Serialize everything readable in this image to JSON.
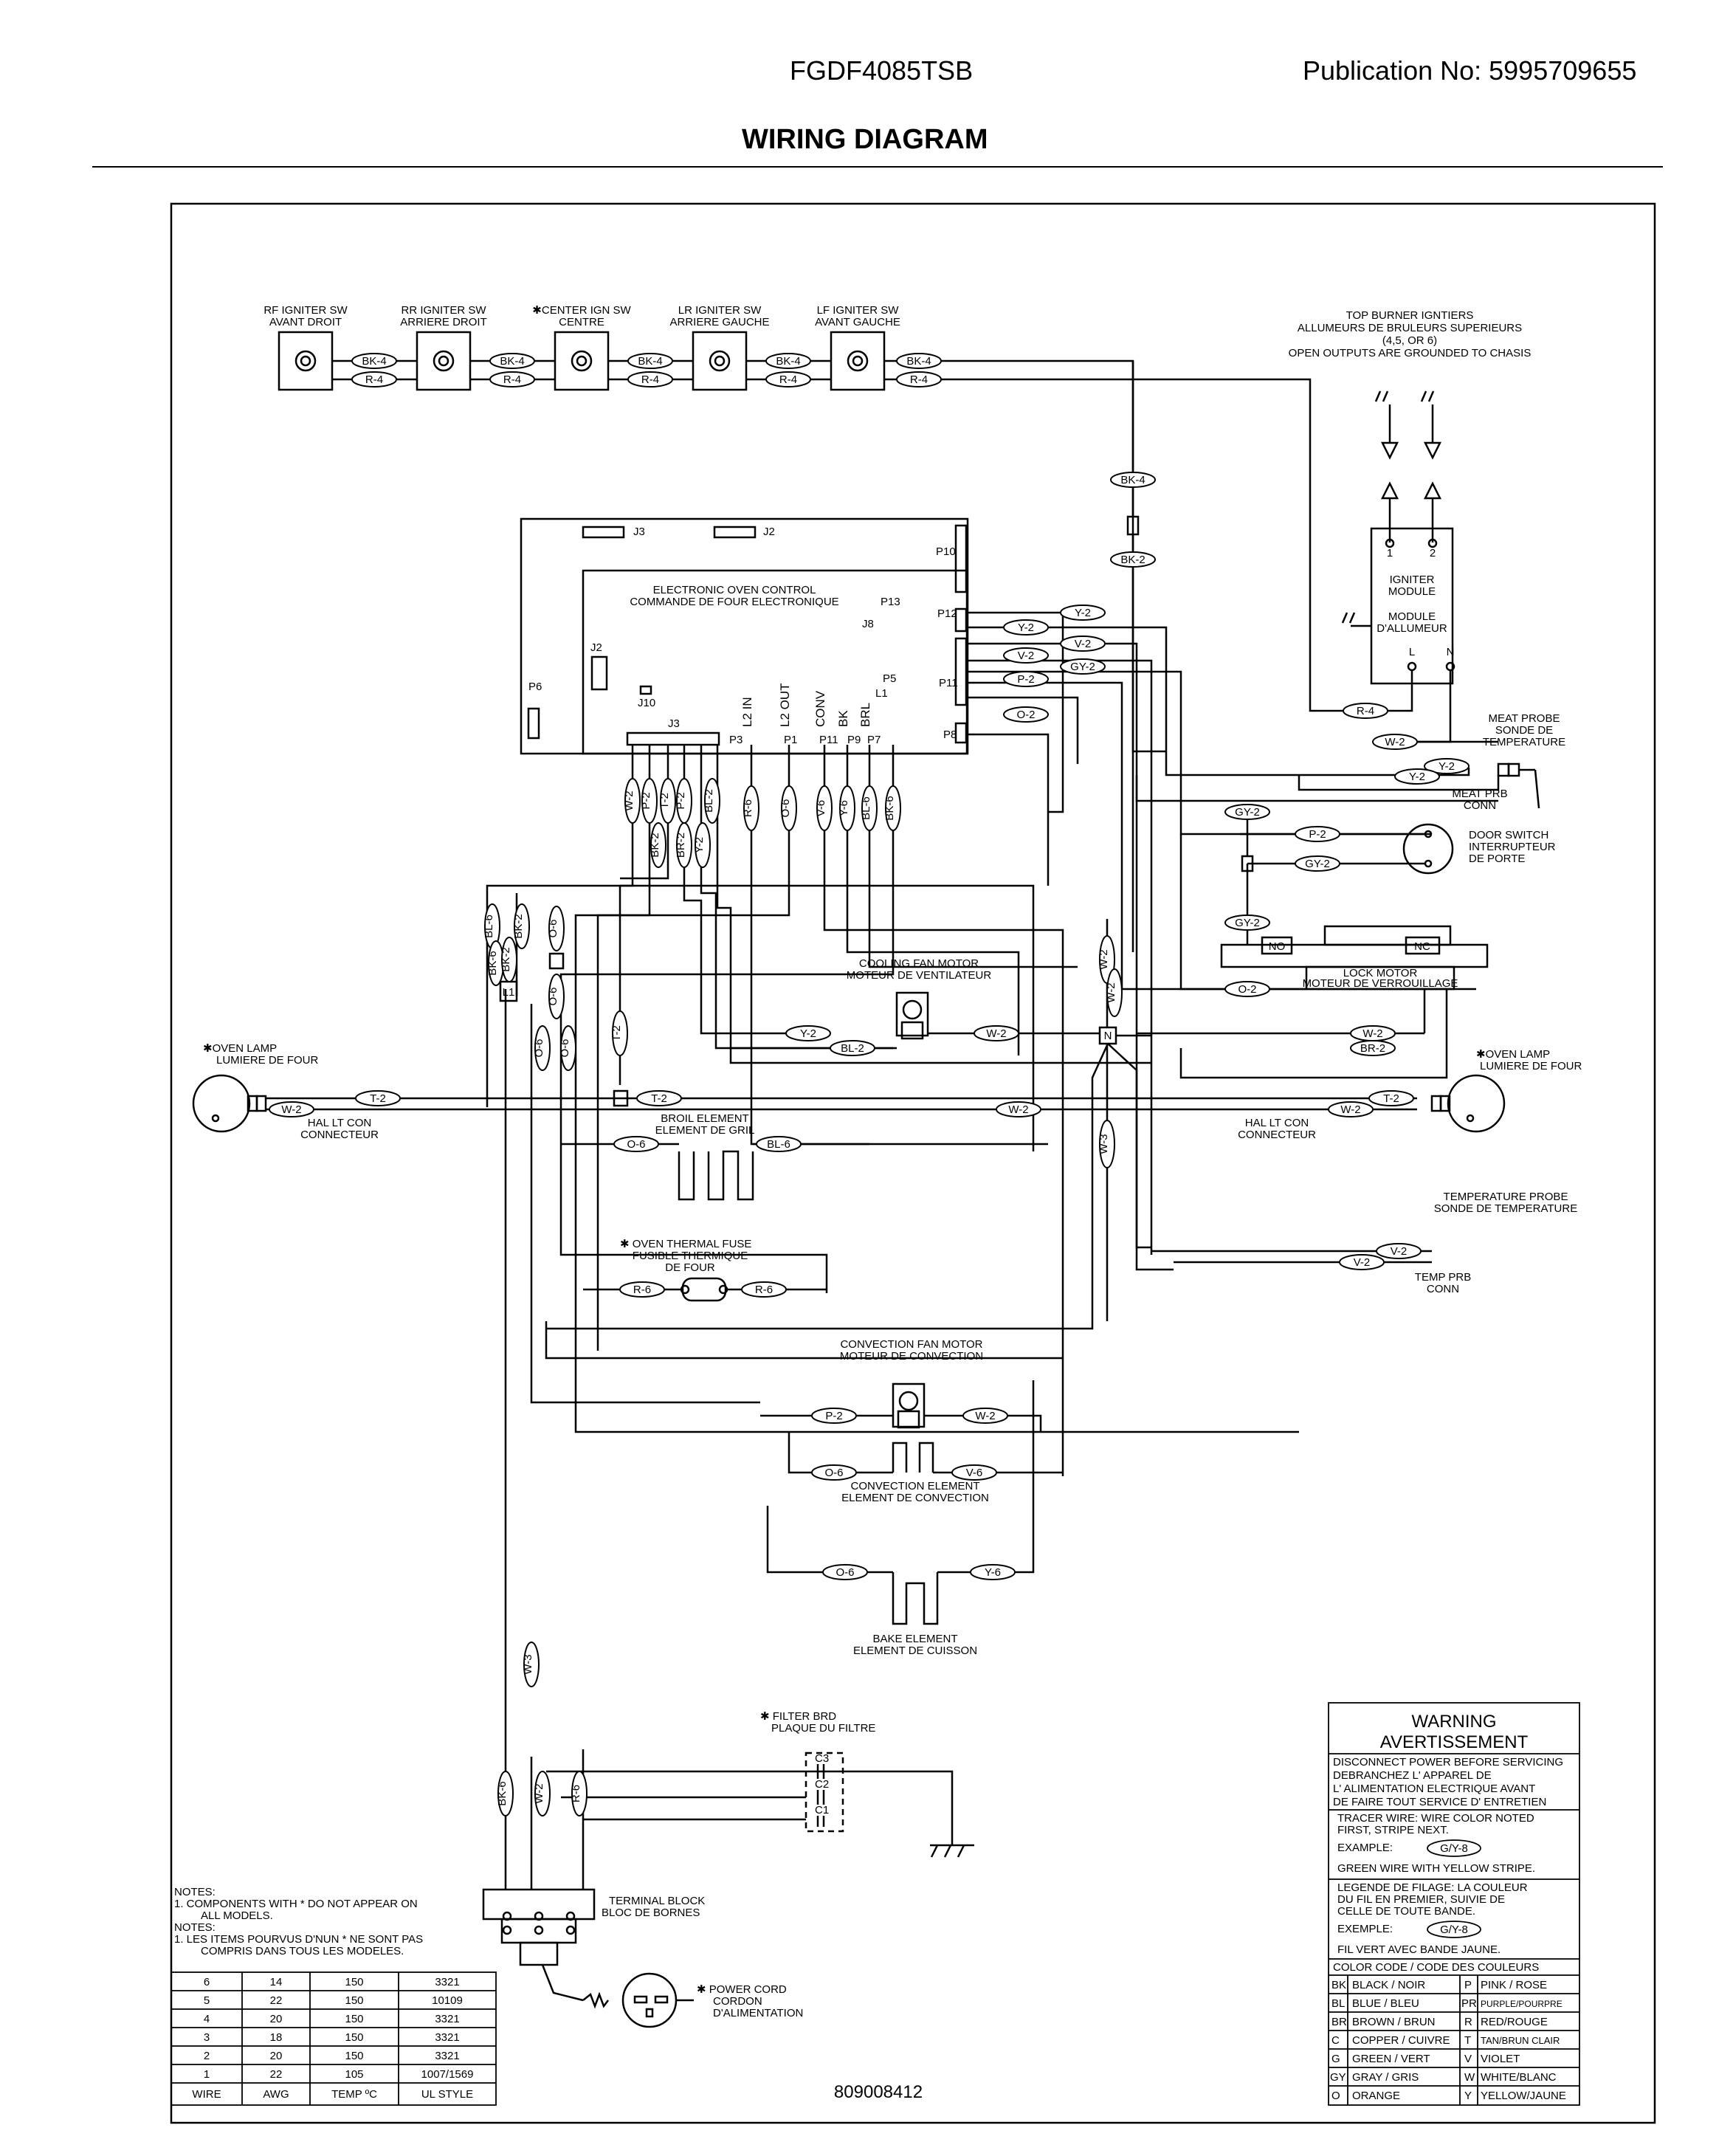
{
  "header": {
    "model": "FGDF4085TSB",
    "publication": "Publication No:  5995709655",
    "title": "WIRING DIAGRAM"
  },
  "igniter_switches": [
    {
      "en": "RF IGNITER SW",
      "fr": "AVANT DROIT"
    },
    {
      "en": "RR IGNITER SW",
      "fr": "ARRIERE DROIT"
    },
    {
      "en": "✱CENTER IGN SW",
      "fr": "CENTRE"
    },
    {
      "en": "LR IGNITER SW",
      "fr": "ARRIERE GAUCHE"
    },
    {
      "en": "LF IGNITER SW",
      "fr": "AVANT GAUCHE"
    }
  ],
  "top_burner": {
    "line1": "TOP BURNER IGNTIERS",
    "line2": "ALLUMEURS DE BRULEURS SUPERIEURS",
    "line3": "(4,5, OR 6)",
    "line4": "OPEN OUTPUTS ARE GROUNDED TO CHASIS"
  },
  "igniter_module": {
    "l1": "IGNITER",
    "l2": "MODULE",
    "l3": "MODULE",
    "l4": "D'ALLUMEUR",
    "p1": "1",
    "p2": "2",
    "L": "L",
    "N": "N"
  },
  "control": {
    "l1": "ELECTRONIC OVEN CONTROL",
    "l2": "COMMANDE DE FOUR ELECTRONIQUE",
    "j3a": "J3",
    "j2a": "J2",
    "p10": "P10",
    "p13": "P13",
    "j8": "J8",
    "p12": "P12",
    "j2b": "J2",
    "p6": "P6",
    "j10": "J10",
    "p11": "P11",
    "p5": "P5",
    "l1pin": "L1",
    "p8": "P8",
    "j3b": "J3",
    "l2in": "L2 IN",
    "l2out": "L2 OUT",
    "conv": "CONV",
    "bk": "BK",
    "brl": "BRL",
    "p3": "P3",
    "p1": "P1",
    "p11b": "P11",
    "p9": "P9",
    "p7": "P7"
  },
  "components": {
    "meat_probe": {
      "en": "MEAT PROBE",
      "fr1": "SONDE DE",
      "fr2": "TEMPERATURE",
      "conn1": "MEAT PRB",
      "conn2": "CONN"
    },
    "door_switch": {
      "en": "DOOR SWITCH",
      "fr1": "INTERRUPTEUR",
      "fr2": "DE PORTE"
    },
    "lock_motor": {
      "en": "LOCK MOTOR",
      "fr": "MOTEUR DE VERROUILLAGE",
      "no": "NO",
      "nc": "NC"
    },
    "cooling_fan": {
      "en": "COOLING FAN MOTOR",
      "fr": "MOTEUR DE VENTILATEUR"
    },
    "oven_lamp_left": {
      "en": "✱OVEN LAMP",
      "fr": "LUMIERE DE FOUR",
      "c1": "HAL LT CON",
      "c2": "CONNECTEUR"
    },
    "oven_lamp_right": {
      "en": "✱OVEN LAMP",
      "fr": "LUMIERE DE FOUR",
      "c1": "HAL LT CON",
      "c2": "CONNECTEUR"
    },
    "broil": {
      "en": "BROIL ELEMENT",
      "fr": "ELEMENT DE GRIL"
    },
    "temp_probe": {
      "en": "TEMPERATURE PROBE",
      "fr": "SONDE DE TEMPERATURE",
      "c1": "TEMP PRB",
      "c2": "CONN"
    },
    "thermal_fuse": {
      "en": "✱ OVEN THERMAL FUSE",
      "fr1": "FUSIBLE THERMIQUE",
      "fr2": "DE FOUR"
    },
    "conv_fan": {
      "en": "CONVECTION FAN MOTOR",
      "fr": "MOTEUR DE CONVECTION"
    },
    "conv_elem": {
      "en": "CONVECTION ELEMENT",
      "fr": "ELEMENT DE CONVECTION"
    },
    "bake": {
      "en": "BAKE ELEMENT",
      "fr": "ELEMENT DE CUISSON"
    },
    "filter": {
      "en": "✱  FILTER BRD",
      "fr": "PLAQUE DU FILTRE",
      "c3": "C3",
      "c2": "C2",
      "c1": "C1"
    },
    "terminal": {
      "en": "TERMINAL BLOCK",
      "fr": "BLOC DE BORNES"
    },
    "power_cord": {
      "en": "✱ POWER CORD",
      "fr1": "CORDON",
      "fr2": "D'ALIMENTATION"
    },
    "l1box": "L1",
    "nbox": "N"
  },
  "wire_tags": {
    "bk4": "BK-4",
    "r4": "R-4",
    "bk2": "BK-2",
    "y2": "Y-2",
    "v2": "V-2",
    "gy2": "GY-2",
    "p2": "P-2",
    "o2": "O-2",
    "w2": "W-2",
    "w3": "W-3",
    "r6": "R-6",
    "o6": "O-6",
    "v6": "V-6",
    "y6": "Y-6",
    "bl6": "BL-6",
    "bk6": "BK-6",
    "t2": "T-2",
    "br2": "BR-2",
    "bl2": "BL-2"
  },
  "notes": {
    "title": "NOTES:",
    "n1a": "1.   COMPONENTS WITH * DO NOT APPEAR ON",
    "n1b": "ALL MODELS.",
    "title2": "NOTES:",
    "n2a": "1.   LES ITEMS POURVUS D'NUN * NE SONT PAS",
    "n2b": "COMPRIS DANS TOUS LES MODELES."
  },
  "wire_table": {
    "headers": [
      "WIRE",
      "AWG",
      "TEMP ºC",
      "UL STYLE"
    ],
    "rows": [
      [
        "6",
        "14",
        "150",
        "3321"
      ],
      [
        "5",
        "22",
        "150",
        "10109"
      ],
      [
        "4",
        "20",
        "150",
        "3321"
      ],
      [
        "3",
        "18",
        "150",
        "3321"
      ],
      [
        "2",
        "20",
        "150",
        "3321"
      ],
      [
        "1",
        "22",
        "105",
        "1007/1569"
      ]
    ]
  },
  "part_number": "809008412",
  "warning": {
    "title1": "WARNING",
    "title2": "AVERTISSEMENT",
    "d1": "DISCONNECT POWER BEFORE SERVICING",
    "d2": "DEBRANCHEZ  L' APPAREL DE",
    "d3": "L' ALIMENTATION  ELECTRIQUE  AVANT",
    "d4": "DE  FAIRE  TOUT  SERVICE  D' ENTRETIEN",
    "t1": "TRACER WIRE:  WIRE COLOR NOTED",
    "t2": "FIRST, STRIPE NEXT.",
    "ex1": "EXAMPLE:",
    "ex1tag": "G/Y-8",
    "t3": "GREEN WIRE WITH YELLOW STRIPE.",
    "f1": "LEGENDE DE FILAGE:  LA COULEUR",
    "f2": "DU  FIL  EN  PREMIER,  SUIVIE  DE",
    "f3": "CELLE  DE  TOUTE  BANDE.",
    "ex2": "EXEMPLE:",
    "ex2tag": "G/Y-8",
    "f4": "FIL  VERT  AVEC  BANDE  JAUNE.",
    "code_title": "COLOR CODE  /  CODE  DES  COULEURS",
    "codes": [
      [
        "BK",
        "BLACK  /  NOIR",
        "P",
        "PINK  /  ROSE"
      ],
      [
        "BL",
        "BLUE  /  BLEU",
        "PR",
        "PURPLE/POURPRE"
      ],
      [
        "BR",
        "BROWN  /  BRUN",
        "R",
        "RED/ROUGE"
      ],
      [
        "C",
        "COPPER  /  CUIVRE",
        "T",
        "TAN/BRUN CLAIR"
      ],
      [
        "G",
        "GREEN  /  VERT",
        "V",
        "VIOLET"
      ],
      [
        "GY",
        "GRAY  /  GRIS",
        "W",
        "WHITE/BLANC"
      ],
      [
        "O",
        "ORANGE",
        "Y",
        "YELLOW/JAUNE"
      ]
    ]
  }
}
